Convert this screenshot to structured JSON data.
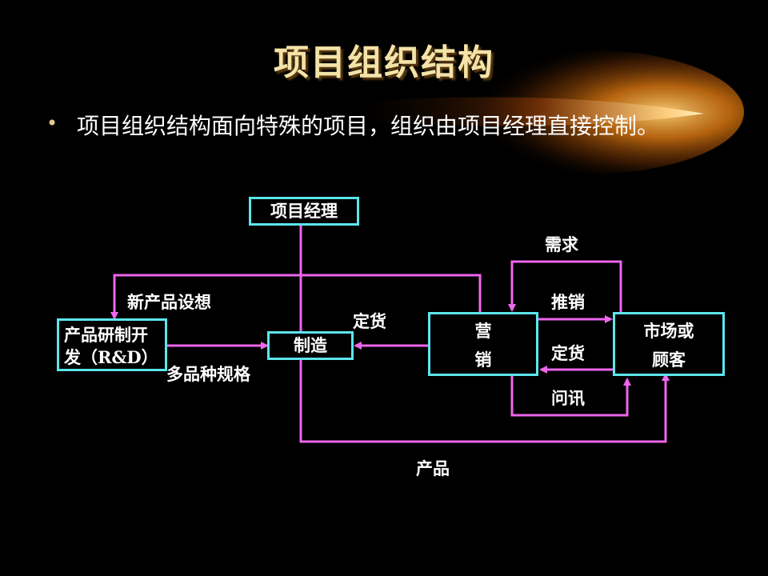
{
  "slide": {
    "title": "项目组织结构",
    "bullet": "项目组织结构面向特殊的项目，组织由项目经理直接控制。"
  },
  "diagram": {
    "nodes": {
      "manager": "项目经理",
      "rnd_line1": "产品研制开",
      "rnd_line2": "发（R&D）",
      "manufacturing": "制造",
      "marketing_line1": "营",
      "marketing_line2": "销",
      "market_line1": "市场或",
      "market_line2": "顾客"
    },
    "edges": {
      "demand": "需求",
      "new_product_idea": "新产品设想",
      "promotion": "推销",
      "order_to_mfg": "定货",
      "order_from_market": "定货",
      "variety_specs": "多品种规格",
      "inquiry": "问讯",
      "product": "产品"
    },
    "colors": {
      "node_border": "#5ce6ec",
      "arrow": "#ee66ee",
      "title": "#f4e3a8",
      "background": "#000000"
    }
  }
}
